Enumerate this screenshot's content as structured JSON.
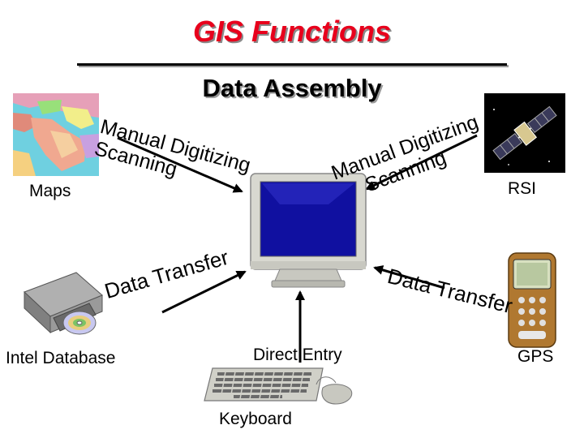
{
  "title": "GIS Functions",
  "subtitle": "Data Assembly",
  "nodes": {
    "maps": "Maps",
    "rsi": "RSI",
    "intel_database": "Intel Database",
    "gps": "GPS",
    "keyboard": "Keyboard"
  },
  "flows": {
    "left_top": [
      "Manual Digitizing",
      "Scanning"
    ],
    "right_top": [
      "Manual Digitizing",
      "Scanning"
    ],
    "left_bottom": "Data Transfer",
    "right_bottom": "Data Transfer",
    "bottom": "Direct Entry"
  },
  "colors": {
    "title": "#e8001c",
    "arrow": "#000000",
    "monitor_body": "#d8d8d0",
    "monitor_screen": "#1010a0"
  },
  "icons": [
    "map-image",
    "satellite-image",
    "monitor-icon",
    "cd-drive-icon",
    "gps-device-icon",
    "keyboard-icon"
  ]
}
